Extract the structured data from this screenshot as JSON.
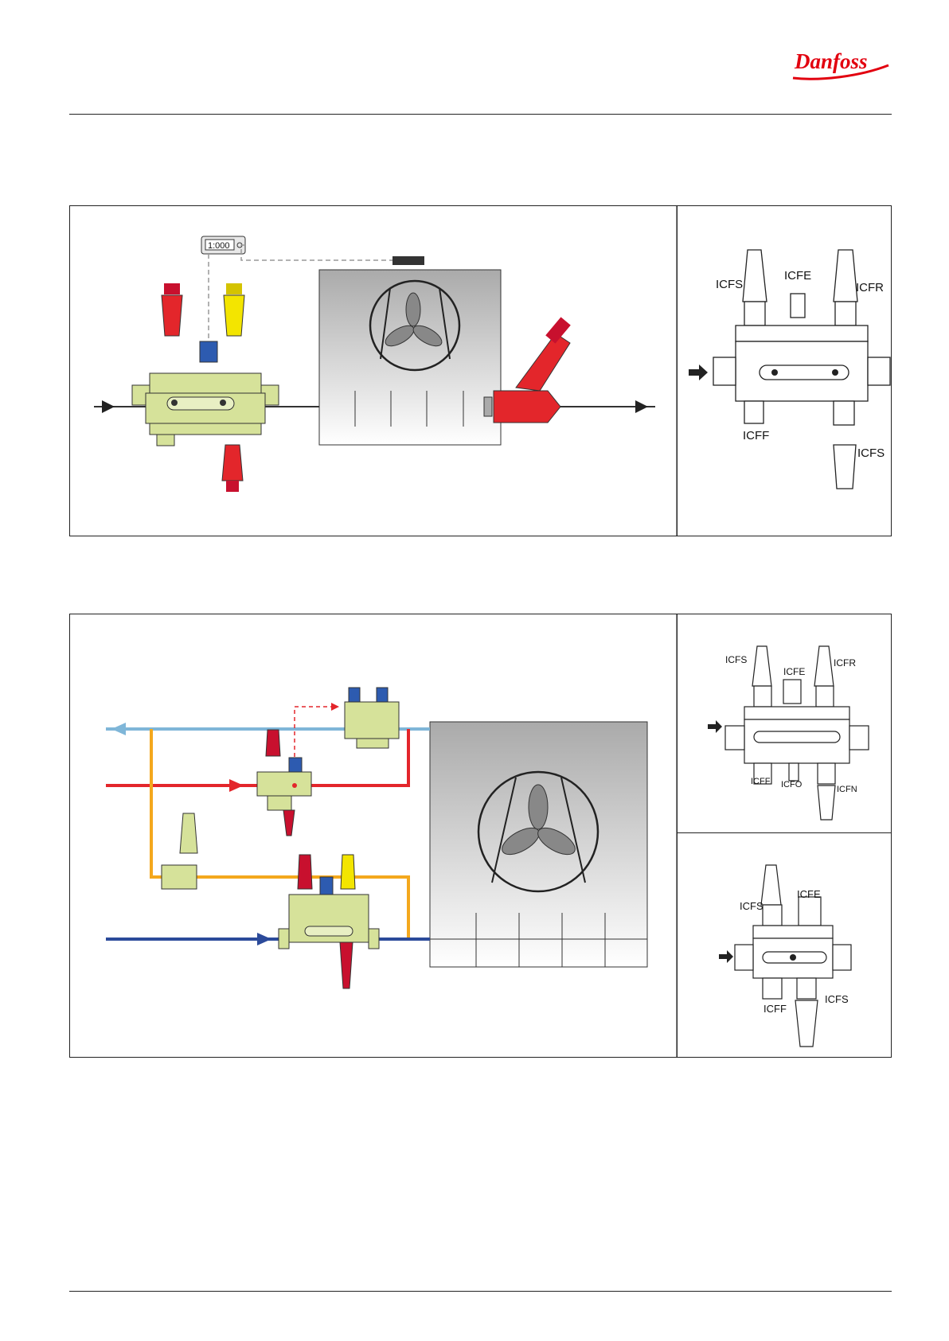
{
  "header": {
    "logo_text": "Danfoss"
  },
  "colors": {
    "brand_red": "#e2000f",
    "valve_body": "#d6e29a",
    "pipe_light_blue": "#7fb6d8",
    "pipe_red": "#e3262b",
    "pipe_orange": "#f4a81d",
    "pipe_dark_blue": "#2b4a9a",
    "signal_dashed": "#999999"
  },
  "diagram1": {
    "controller_display": "1:000",
    "legend": {
      "top_left": "ICFS",
      "top_mid": "ICFE",
      "top_right": "ICFR",
      "bottom_left": "ICFF",
      "bottom_right": "ICFS"
    }
  },
  "diagram2": {
    "legend_a": {
      "top_left": "ICFS",
      "top_mid": "ICFE",
      "top_right": "ICFR",
      "bottom_left": "ICFF",
      "bottom_mid": "ICFO",
      "bottom_right": "ICFN"
    },
    "legend_b": {
      "top_left": "ICFS",
      "top_right": "ICFE",
      "bottom_left": "ICFF",
      "bottom_right": "ICFS"
    }
  }
}
